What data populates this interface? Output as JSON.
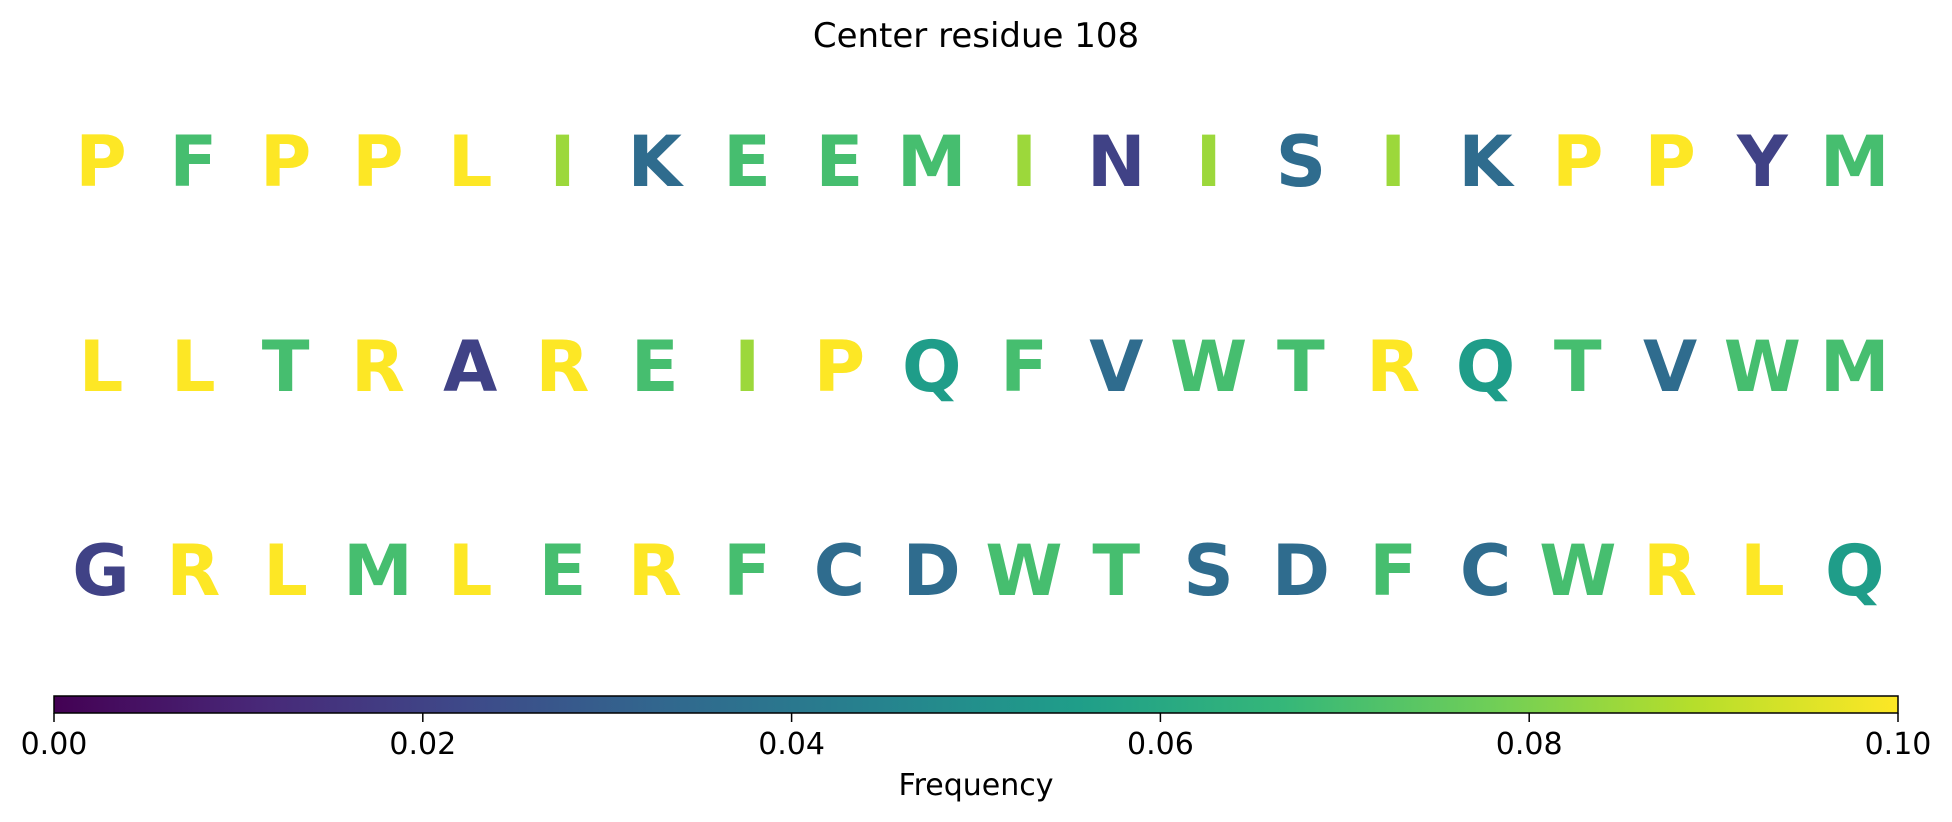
{
  "chart_data": {
    "type": "heatmap",
    "title": "Center residue 108",
    "rows": [
      {
        "letters": [
          "P",
          "F",
          "P",
          "P",
          "L",
          "I",
          "K",
          "E",
          "E",
          "M",
          "I",
          "N",
          "I",
          "S",
          "I",
          "K",
          "P",
          "P",
          "Y",
          "M"
        ],
        "values": [
          0.1,
          0.07,
          0.1,
          0.1,
          0.1,
          0.085,
          0.035,
          0.07,
          0.07,
          0.07,
          0.085,
          0.02,
          0.085,
          0.035,
          0.085,
          0.035,
          0.1,
          0.1,
          0.02,
          0.07
        ]
      },
      {
        "letters": [
          "L",
          "L",
          "T",
          "R",
          "A",
          "R",
          "E",
          "I",
          "P",
          "Q",
          "F",
          "V",
          "W",
          "T",
          "R",
          "Q",
          "T",
          "V",
          "W",
          "M"
        ],
        "values": [
          0.1,
          0.1,
          0.07,
          0.1,
          0.02,
          0.1,
          0.07,
          0.085,
          0.1,
          0.055,
          0.07,
          0.035,
          0.07,
          0.07,
          0.1,
          0.055,
          0.07,
          0.035,
          0.07,
          0.07
        ]
      },
      {
        "letters": [
          "G",
          "R",
          "L",
          "M",
          "L",
          "E",
          "R",
          "F",
          "C",
          "D",
          "W",
          "T",
          "S",
          "D",
          "F",
          "C",
          "W",
          "R",
          "L",
          "Q"
        ],
        "values": [
          0.02,
          0.1,
          0.1,
          0.07,
          0.1,
          0.07,
          0.1,
          0.07,
          0.035,
          0.035,
          0.07,
          0.07,
          0.035,
          0.035,
          0.07,
          0.035,
          0.07,
          0.1,
          0.1,
          0.055
        ]
      }
    ],
    "colorbar": {
      "label": "Frequency",
      "range": [
        0.0,
        0.1
      ],
      "ticks": [
        "0.00",
        "0.02",
        "0.04",
        "0.06",
        "0.08",
        "0.10"
      ],
      "colormap": "viridis",
      "colormap_stops": [
        "#440154",
        "#482878",
        "#3e4989",
        "#31688e",
        "#26828e",
        "#1f9e89",
        "#35b779",
        "#6ece58",
        "#b5de2b",
        "#fde725"
      ]
    }
  }
}
